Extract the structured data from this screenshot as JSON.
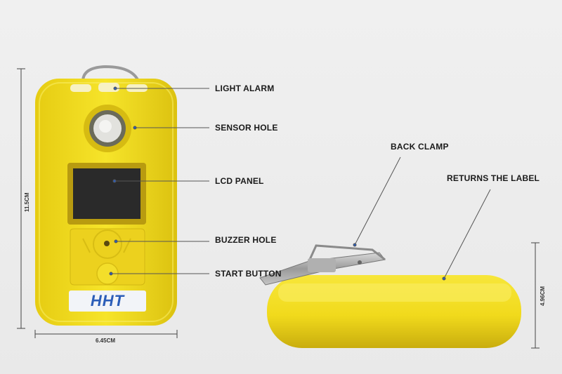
{
  "labels": {
    "light_alarm": "LIGHT ALARM",
    "sensor_hole": "SENSOR HOLE",
    "lcd_panel": "LCD PANEL",
    "buzzer_hole": "BUZZER HOLE",
    "start_button": "START BUTTON",
    "back_clamp": "BACK CLAMP",
    "returns_label": "RETURNS THE LABEL"
  },
  "dimensions": {
    "height": "11.5CM",
    "width": "6.45CM",
    "thickness": "4.96CM"
  },
  "brand": {
    "logo_text": "HHT"
  },
  "colors": {
    "device_yellow": "#f2dc1e",
    "device_dark_yellow": "#d9c01a",
    "lcd": "#2a2a2a",
    "logo_blue": "#2b5db8",
    "background": "#ececec"
  },
  "icons": [
    "power-icon",
    "speaker-icon",
    "up-arrow-icon",
    "down-arrow-icon"
  ]
}
